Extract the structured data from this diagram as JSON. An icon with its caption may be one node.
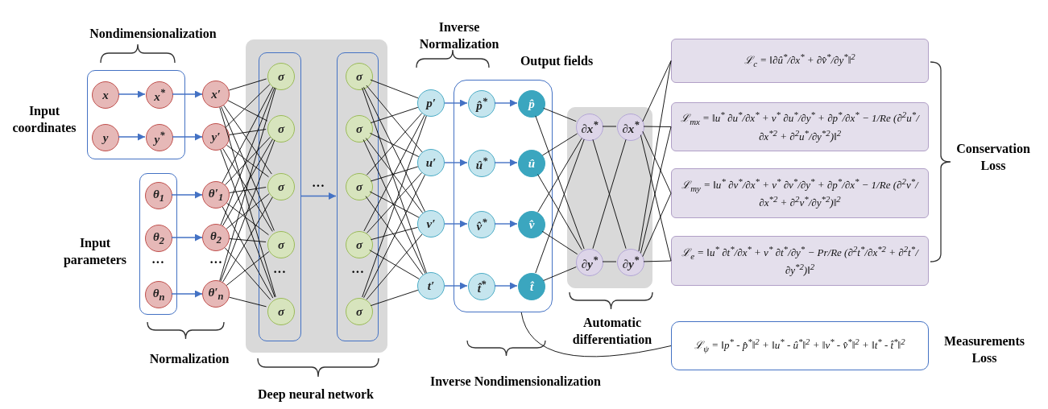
{
  "diagram": {
    "nodes": [
      {
        "text": [],
        "shape": "box",
        "beside": [
          "Input coordinates"
        ]
      },
      {
        "text": [
          "x"
        ],
        "in": 0
      },
      {
        "text": [
          "x$^{*}$"
        ],
        "in": 0
      },
      {
        "text": [
          "y"
        ],
        "in": 0
      },
      {
        "text": [
          "y$^{*}$"
        ],
        "in": 0
      },
      {
        "text": [],
        "shape": "box",
        "beside": [
          "Input parameters"
        ]
      },
      {
        "text": [
          "θ$_{1}$"
        ],
        "in": 5
      },
      {
        "text": [
          "θ$_{2}$"
        ],
        "in": 5
      },
      {
        "text": [
          "θ$_{n}$"
        ],
        "in": 5
      },
      {
        "text": [
          "x′"
        ]
      },
      {
        "text": [
          "y′"
        ]
      },
      {
        "text": [
          "θ′$_{1}$"
        ]
      },
      {
        "text": [
          "θ$_{2}$"
        ]
      },
      {
        "text": [
          "θ′$_{n}$"
        ]
      },
      {
        "text": [],
        "shape": "box"
      },
      {
        "text": [],
        "shape": "box",
        "in": 14
      },
      {
        "text": [
          "σ"
        ],
        "in": 15
      },
      {
        "text": [
          "σ"
        ],
        "in": 15
      },
      {
        "text": [
          "σ"
        ],
        "in": 15
      },
      {
        "text": [
          "σ"
        ],
        "in": 15
      },
      {
        "text": [
          "σ"
        ],
        "in": 15
      },
      {
        "text": [],
        "shape": "box",
        "in": 14
      },
      {
        "text": [
          "σ"
        ],
        "in": 21
      },
      {
        "text": [
          "σ"
        ],
        "in": 21
      },
      {
        "text": [
          "σ"
        ],
        "in": 21
      },
      {
        "text": [
          "σ"
        ],
        "in": 21
      },
      {
        "text": [
          "σ"
        ],
        "in": 21
      },
      {
        "text": [
          "p′"
        ]
      },
      {
        "text": [
          "u′"
        ]
      },
      {
        "text": [
          "v′"
        ]
      },
      {
        "text": [
          "t′"
        ]
      },
      {
        "text": [
          "Output fields"
        ]
      },
      {
        "text": [
          "p̂$^{*}$"
        ],
        "in": 31
      },
      {
        "text": [
          "p̂"
        ],
        "in": 31
      },
      {
        "text": [
          "û$^{*}$"
        ],
        "in": 31
      },
      {
        "text": [
          "û"
        ],
        "in": 31
      },
      {
        "text": [
          "v̂$^{*}$"
        ],
        "in": 31
      },
      {
        "text": [
          "v̂"
        ],
        "in": 31
      },
      {
        "text": [
          "t̂$^{*}$"
        ],
        "in": 31
      },
      {
        "text": [
          "t̂"
        ],
        "in": 31
      },
      {
        "text": [],
        "shape": "box"
      },
      {
        "text": [
          "∂x$^{*}$"
        ],
        "in": 40
      },
      {
        "text": [
          "∂x$^{*}$"
        ],
        "in": 40
      },
      {
        "text": [
          "∂y$^{*}$"
        ],
        "in": 40
      },
      {
        "text": [
          "∂y$^{*}$"
        ],
        "in": 40
      },
      {
        "text": [
          "ℒ$_{c}$ = ‖∂û$^{*}$/∂x$^{*}$ + ∂v̂$^{*}$/∂y$^{*}$‖$^{2}$"
        ]
      },
      {
        "text": [
          "ℒ$_{mx}$ = ‖u$^{*}$ ∂u$^{*}$/∂x$^{*}$ + v$^{*}$ ∂u$^{*}$/∂y$^{*}$ + ∂p$^{*}$/∂x$^{*}$ − 1/Re (∂$^{2}$u$^{*}$/∂x$^{*2}$ + ∂$^{2}$u$^{*}$/∂y$^{*2}$)‖$^{2}$"
        ]
      },
      {
        "text": [
          "ℒ$_{my}$ = ‖u$^{*}$ ∂v$^{*}$/∂x$^{*}$ + v$^{*}$ ∂v$^{*}$/∂y$^{*}$ + ∂p$^{*}$/∂x$^{*}$ − 1/Re (∂$^{2}$v$^{*}$/∂x$^{*2}$ + ∂$^{2}$v$^{*}$/∂y$^{*2}$)‖$^{2}$"
        ]
      },
      {
        "text": [
          "ℒ$_{e}$ = ‖u$^{*}$ ∂t$^{*}$/∂x$^{*}$ + v$^{*}$ ∂t$^{*}$/∂y$^{*}$ − Pr/Re (∂$^{2}$t$^{*}$/∂x$^{*2}$ + ∂$^{2}$t$^{*}$/∂y$^{*2}$)‖$^{2}$"
        ]
      },
      {
        "text": [
          "ℒ$_{ψ}$ = ‖p$^{*}$ - p̂$^{*}$‖$^{2}$ + ‖u$^{*}$ - û$^{*}$‖$^{2}$ + ‖v$^{*}$ - v̂$^{*}$‖$^{2}$ + ‖t$^{*}$ - t̂$^{*}$‖$^{2}$"
        ],
        "beside": [
          "Measurements Loss"
        ]
      }
    ],
    "edges": [
      {
        "from": 1,
        "to": 2,
        "arrow": "to",
        "color": "#4472c4"
      },
      {
        "from": 3,
        "to": 4,
        "arrow": "to",
        "color": "#4472c4"
      },
      {
        "from": 2,
        "to": 9,
        "arrow": "to",
        "color": "#4472c4"
      },
      {
        "from": 4,
        "to": 10,
        "arrow": "to",
        "color": "#4472c4"
      },
      {
        "from": 6,
        "to": 11,
        "arrow": "to",
        "color": "#4472c4"
      },
      {
        "from": 7,
        "to": 12,
        "arrow": "to",
        "color": "#4472c4"
      },
      {
        "from": 8,
        "to": 13,
        "arrow": "to",
        "color": "#4472c4"
      },
      {
        "from": 9,
        "to": 16,
        "arrow": "none"
      },
      {
        "from": 9,
        "to": 17,
        "arrow": "none"
      },
      {
        "from": 9,
        "to": 18,
        "arrow": "none"
      },
      {
        "from": 9,
        "to": 19,
        "arrow": "none"
      },
      {
        "from": 9,
        "to": 20,
        "arrow": "none"
      },
      {
        "from": 10,
        "to": 16,
        "arrow": "none"
      },
      {
        "from": 10,
        "to": 17,
        "arrow": "none"
      },
      {
        "from": 10,
        "to": 18,
        "arrow": "none"
      },
      {
        "from": 10,
        "to": 19,
        "arrow": "none"
      },
      {
        "from": 10,
        "to": 20,
        "arrow": "none"
      },
      {
        "from": 11,
        "to": 16,
        "arrow": "none"
      },
      {
        "from": 11,
        "to": 17,
        "arrow": "none"
      },
      {
        "from": 11,
        "to": 18,
        "arrow": "none"
      },
      {
        "from": 11,
        "to": 19,
        "arrow": "none"
      },
      {
        "from": 11,
        "to": 20,
        "arrow": "none"
      },
      {
        "from": 12,
        "to": 16,
        "arrow": "none"
      },
      {
        "from": 12,
        "to": 17,
        "arrow": "none"
      },
      {
        "from": 12,
        "to": 18,
        "arrow": "none"
      },
      {
        "from": 12,
        "to": 19,
        "arrow": "none"
      },
      {
        "from": 12,
        "to": 20,
        "arrow": "none"
      },
      {
        "from": 13,
        "to": 16,
        "arrow": "none"
      },
      {
        "from": 13,
        "to": 17,
        "arrow": "none"
      },
      {
        "from": 13,
        "to": 18,
        "arrow": "none"
      },
      {
        "from": 13,
        "to": 19,
        "arrow": "none"
      },
      {
        "from": 13,
        "to": 20,
        "arrow": "none"
      },
      {
        "from": 15,
        "to": 21,
        "arrow": "to",
        "color": "#4472c4",
        "label": "···"
      },
      {
        "from": 22,
        "to": 27,
        "arrow": "none"
      },
      {
        "from": 22,
        "to": 28,
        "arrow": "none"
      },
      {
        "from": 22,
        "to": 29,
        "arrow": "none"
      },
      {
        "from": 22,
        "to": 30,
        "arrow": "none"
      },
      {
        "from": 23,
        "to": 27,
        "arrow": "none"
      },
      {
        "from": 23,
        "to": 28,
        "arrow": "none"
      },
      {
        "from": 23,
        "to": 29,
        "arrow": "none"
      },
      {
        "from": 23,
        "to": 30,
        "arrow": "none"
      },
      {
        "from": 24,
        "to": 27,
        "arrow": "none"
      },
      {
        "from": 24,
        "to": 28,
        "arrow": "none"
      },
      {
        "from": 24,
        "to": 29,
        "arrow": "none"
      },
      {
        "from": 24,
        "to": 30,
        "arrow": "none"
      },
      {
        "from": 25,
        "to": 27,
        "arrow": "none"
      },
      {
        "from": 25,
        "to": 28,
        "arrow": "none"
      },
      {
        "from": 25,
        "to": 29,
        "arrow": "none"
      },
      {
        "from": 25,
        "to": 30,
        "arrow": "none"
      },
      {
        "from": 26,
        "to": 27,
        "arrow": "none"
      },
      {
        "from": 26,
        "to": 28,
        "arrow": "none"
      },
      {
        "from": 26,
        "to": 29,
        "arrow": "none"
      },
      {
        "from": 26,
        "to": 30,
        "arrow": "none"
      },
      {
        "from": 27,
        "to": 32,
        "arrow": "to",
        "color": "#4472c4"
      },
      {
        "from": 28,
        "to": 34,
        "arrow": "to",
        "color": "#4472c4"
      },
      {
        "from": 29,
        "to": 36,
        "arrow": "to",
        "color": "#4472c4"
      },
      {
        "from": 30,
        "to": 38,
        "arrow": "to",
        "color": "#4472c4"
      },
      {
        "from": 32,
        "to": 33,
        "arrow": "to",
        "color": "#4472c4"
      },
      {
        "from": 34,
        "to": 35,
        "arrow": "to",
        "color": "#4472c4"
      },
      {
        "from": 36,
        "to": 37,
        "arrow": "to",
        "color": "#4472c4"
      },
      {
        "from": 38,
        "to": 39,
        "arrow": "to",
        "color": "#4472c4"
      },
      {
        "from": 33,
        "to": 41,
        "arrow": "none"
      },
      {
        "from": 33,
        "to": 43,
        "arrow": "none"
      },
      {
        "from": 35,
        "to": 41,
        "arrow": "none"
      },
      {
        "from": 35,
        "to": 43,
        "arrow": "none"
      },
      {
        "from": 37,
        "to": 41,
        "arrow": "none"
      },
      {
        "from": 37,
        "to": 43,
        "arrow": "none"
      },
      {
        "from": 39,
        "to": 41,
        "arrow": "none"
      },
      {
        "from": 39,
        "to": 43,
        "arrow": "none"
      },
      {
        "from": 41,
        "to": 42,
        "arrow": "none"
      },
      {
        "from": 41,
        "to": 44,
        "arrow": "none"
      },
      {
        "from": 43,
        "to": 42,
        "arrow": "none"
      },
      {
        "from": 43,
        "to": 44,
        "arrow": "none"
      },
      {
        "from": 42,
        "to": 45,
        "arrow": "none"
      },
      {
        "from": 42,
        "to": 46,
        "arrow": "none"
      },
      {
        "from": 42,
        "to": 47,
        "arrow": "none"
      },
      {
        "from": 42,
        "to": 48,
        "arrow": "none"
      },
      {
        "from": 44,
        "to": 45,
        "arrow": "none"
      },
      {
        "from": 44,
        "to": 46,
        "arrow": "none"
      },
      {
        "from": 44,
        "to": 47,
        "arrow": "none"
      },
      {
        "from": 44,
        "to": 48,
        "arrow": "none"
      },
      {
        "from": 31,
        "to": 49,
        "arrow": "none"
      }
    ],
    "labels": [
      "Nondimensionalization",
      "Inverse Normalization",
      "Conservation Loss",
      "···",
      "···",
      "···",
      "···",
      "Automatic differentiation",
      "Normalization",
      "Deep neural network",
      "Inverse Nondimensionalization"
    ]
  }
}
